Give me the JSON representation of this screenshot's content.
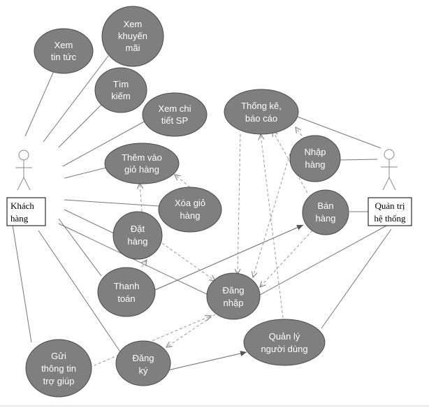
{
  "diagram": {
    "actors": {
      "customer": {
        "lines": [
          "Khách",
          "hàng"
        ]
      },
      "admin": {
        "lines": [
          "Quản trị",
          "hệ thống"
        ]
      }
    },
    "use_cases": {
      "xem_tin_tuc": {
        "lines": [
          "Xem",
          "tin tức"
        ]
      },
      "xem_khuyen_mai": {
        "lines": [
          "Xem",
          "khuyến",
          "mãi"
        ]
      },
      "tim_kiem": {
        "lines": [
          "Tìm",
          "kiếm"
        ]
      },
      "xem_chi_tiet_sp": {
        "lines": [
          "Xem chi",
          "tiết SP"
        ]
      },
      "them_vao_gio_hang": {
        "lines": [
          "Thêm vào",
          "giỏ hàng"
        ]
      },
      "xoa_gio_hang": {
        "lines": [
          "Xóa giỏ",
          "hàng"
        ]
      },
      "dat_hang": {
        "lines": [
          "Đặt",
          "hàng"
        ]
      },
      "thanh_toan": {
        "lines": [
          "Thanh",
          "toán"
        ]
      },
      "dang_nhap": {
        "lines": [
          "Đăng",
          "nhập"
        ]
      },
      "dang_ky": {
        "lines": [
          "Đăng",
          "ký"
        ]
      },
      "gui_thong_tin_tro_giup": {
        "lines": [
          "Gửi",
          "thông tin",
          "trợ giúp"
        ]
      },
      "thong_ke_bao_cao": {
        "lines": [
          "Thống kê,",
          "báo cáo"
        ]
      },
      "nhap_hang": {
        "lines": [
          "Nhập",
          "hàng"
        ]
      },
      "ban_hang": {
        "lines": [
          "Bán",
          "hàng"
        ]
      },
      "quan_ly_nguoi_dung": {
        "lines": [
          "Quản lý",
          "người dùng"
        ]
      }
    },
    "colors": {
      "use_case_fill": "#7f7f7f",
      "use_case_stroke": "#4a4a4a",
      "use_case_text": "#ffffff",
      "line": "#777777",
      "dashed_line": "#999999"
    }
  }
}
